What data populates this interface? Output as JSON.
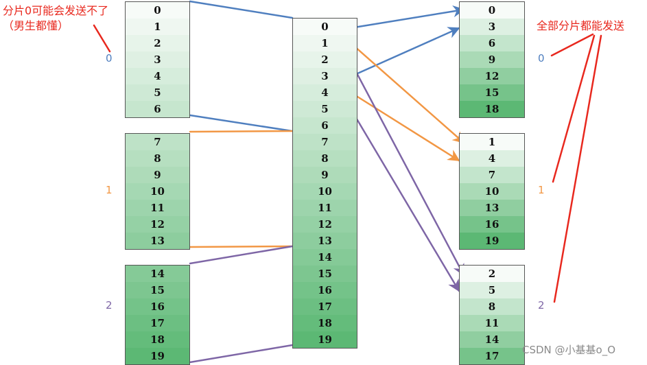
{
  "source_partitions": [
    {
      "label": "0",
      "color": "#4f7fbf",
      "items": [
        "0",
        "1",
        "2",
        "3",
        "4",
        "5",
        "6"
      ]
    },
    {
      "label": "1",
      "color": "#f29744",
      "items": [
        "7",
        "8",
        "9",
        "10",
        "11",
        "12",
        "13"
      ]
    },
    {
      "label": "2",
      "color": "#7e66a6",
      "items": [
        "14",
        "15",
        "16",
        "17",
        "18",
        "19"
      ]
    }
  ],
  "merged_items": [
    "0",
    "1",
    "2",
    "3",
    "4",
    "5",
    "6",
    "7",
    "8",
    "9",
    "10",
    "11",
    "12",
    "13",
    "14",
    "15",
    "16",
    "17",
    "18",
    "19"
  ],
  "target_partitions": [
    {
      "label": "0",
      "color": "#4f7fbf",
      "items": [
        "0",
        "3",
        "6",
        "9",
        "12",
        "15",
        "18"
      ]
    },
    {
      "label": "1",
      "color": "#f29744",
      "items": [
        "1",
        "4",
        "7",
        "10",
        "13",
        "16",
        "19"
      ]
    },
    {
      "label": "2",
      "color": "#7e66a6",
      "items": [
        "2",
        "5",
        "8",
        "11",
        "14",
        "17"
      ]
    }
  ],
  "notes": {
    "left_line1": "分片0可能会发送不了",
    "left_line2": "（男生都懂）",
    "right": "全部分片都能发送",
    "color": "#e8281e"
  },
  "watermark": "CSDN @小基基o_O",
  "palette": {
    "cell_light": "#f7fbf8",
    "cell_dark": "#5cb874",
    "border": "#555555"
  }
}
